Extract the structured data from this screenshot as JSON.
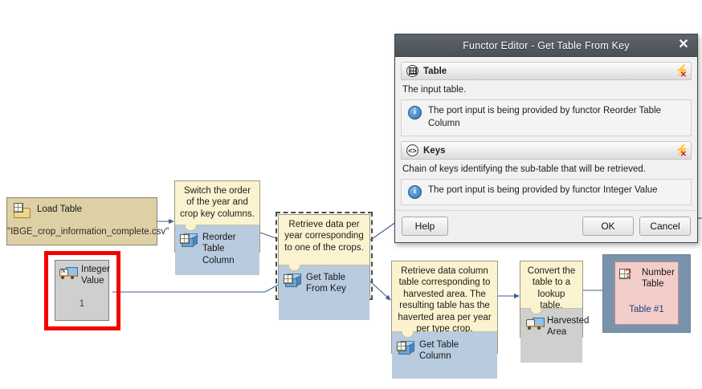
{
  "canvas": {
    "nodes": [
      {
        "id": "load-table",
        "title": "Load Table",
        "value": "\"IBGE_crop_information_complete.csv\"",
        "icon": "folder-table-icon"
      },
      {
        "id": "integer-value",
        "title_line1": "Integer",
        "title_line2": "Value",
        "value": "1",
        "icon": "truck-icon"
      },
      {
        "id": "reorder-table-column",
        "note": "Switch the order of the year and crop key columns.",
        "title": "Reorder Table Column",
        "icon": "cube-icon"
      },
      {
        "id": "get-table-from-key",
        "note": "Retrieve data per year corresponding to one of the crops.",
        "title": "Get Table From Key",
        "icon": "cube-icon"
      },
      {
        "id": "get-table-column",
        "note": "Retrieve data column table corresponding to harvested area. The resulting table has the haverted area per year per type crop.",
        "title": "Get Table Column",
        "icon": "cube-icon"
      },
      {
        "id": "harvested-area",
        "note": "Convert the table to a lookup table.",
        "title_line1": "Harvested",
        "title_line2": "Area",
        "icon": "truck-icon"
      },
      {
        "id": "number-table",
        "title_line1": "Number",
        "title_line2": "Table",
        "value": "Table #1",
        "icon": "number-table-icon"
      }
    ],
    "highlight_color": "#f40000",
    "selection_color": "#7a93ad"
  },
  "dialog": {
    "title": "Functor Editor - Get Table From Key",
    "close_label": "✕",
    "sections": [
      {
        "icon": "table-grid-icon",
        "title": "Table",
        "description": "The input table.",
        "info": "The port input is being provided by functor Reorder Table Column",
        "action_icon": "bolt-remove-icon"
      },
      {
        "icon": "angle-brackets-icon",
        "title": "Keys",
        "description": "Chain of keys identifying the sub-table that will be retrieved.",
        "info": "The port input is being provided by functor Integer Value",
        "action_icon": "bolt-remove-icon"
      }
    ],
    "buttons": {
      "help": "Help",
      "ok": "OK",
      "cancel": "Cancel"
    }
  }
}
